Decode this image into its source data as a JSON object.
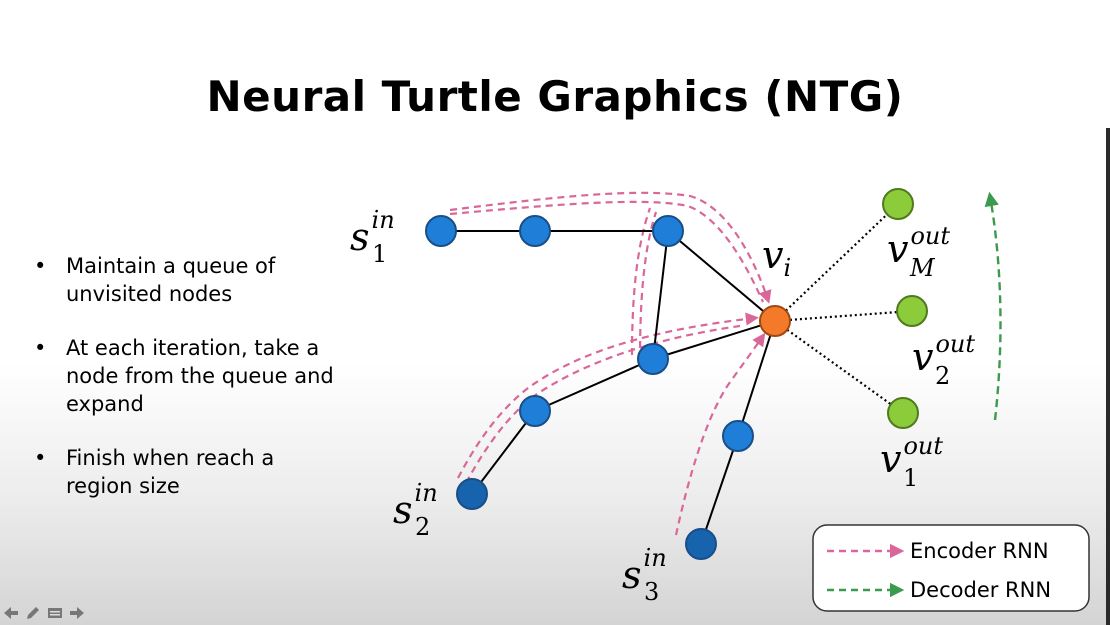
{
  "slide": {
    "title": "Neural Turtle Graphics (NTG)",
    "bullets": [
      "Maintain a queue of unvisited nodes",
      "At each iteration, take a node from the queue and expand",
      "Finish when reach a region size"
    ]
  },
  "diagram": {
    "labels": {
      "s1": {
        "base": "s",
        "sub": "1",
        "sup": "in"
      },
      "s2": {
        "base": "s",
        "sub": "2",
        "sup": "in"
      },
      "s3": {
        "base": "s",
        "sub": "3",
        "sup": "in"
      },
      "vi": {
        "base": "v",
        "sub": "i"
      },
      "vM": {
        "base": "v",
        "sub": "M",
        "sup": "out"
      },
      "v2": {
        "base": "v",
        "sub": "2",
        "sup": "out"
      },
      "v1": {
        "base": "v",
        "sub": "1",
        "sup": "out"
      }
    },
    "colors": {
      "input_node": "#1f7fd8",
      "current_node": "#f47a2a",
      "output_node": "#8ccb3a",
      "encoder_arrow": "#d9679a",
      "decoder_arrow": "#3c9a4e"
    }
  },
  "legend": {
    "encoder_label": "Encoder RNN",
    "decoder_label": "Decoder RNN"
  },
  "nav_icons": [
    "arrow-left-icon",
    "pen-icon",
    "slides-icon",
    "arrow-right-icon"
  ]
}
